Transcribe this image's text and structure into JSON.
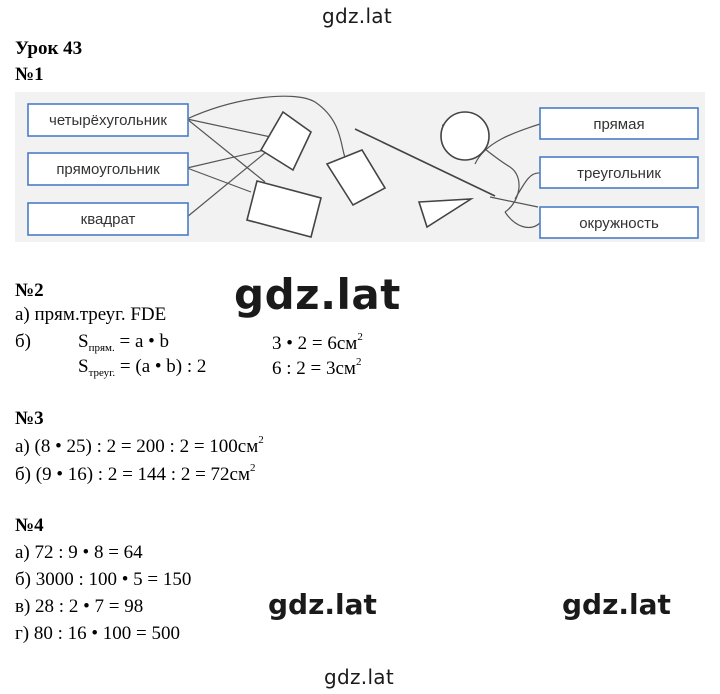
{
  "watermarks": {
    "top": "gdz.lat",
    "big": "gdz.lat",
    "right1": "gdz.lat",
    "right2": "gdz.lat",
    "bottom": "gdz.lat"
  },
  "lesson": {
    "title": "Урок 43"
  },
  "task1": {
    "label": "№1",
    "left_boxes": [
      "четырёхугольник",
      "прямоугольник",
      "квадрат"
    ],
    "right_boxes": [
      "прямая",
      "треугольник",
      "окружность"
    ]
  },
  "task2": {
    "label": "№2",
    "a": "а) прям.треуг. FDE",
    "b_label": "б)",
    "s1_main": "S",
    "s1_sub": "прям.",
    "s1_rest": " = a • b",
    "s2_main": "S",
    "s2_sub": "треуг.",
    "s2_rest": " = (a • b) : 2",
    "c1_main": "3 • 2 = 6см",
    "c1_sup": "2",
    "c2_main": "6 : 2 = 3см",
    "c2_sup": "2"
  },
  "task3": {
    "label": "№3",
    "a_main": "а) (8 • 25) : 2 = 200 : 2 = 100см",
    "a_sup": "2",
    "b_main": "б) (9 • 16) : 2 = 144 : 2 = 72см",
    "b_sup": "2"
  },
  "task4": {
    "label": "№4",
    "lines": [
      "а) 72 : 9 • 8 = 64",
      "б) 3000 : 100 • 5 = 150",
      "в) 28 : 2 • 7 = 98",
      "г) 80 : 16 • 100 = 500"
    ]
  }
}
